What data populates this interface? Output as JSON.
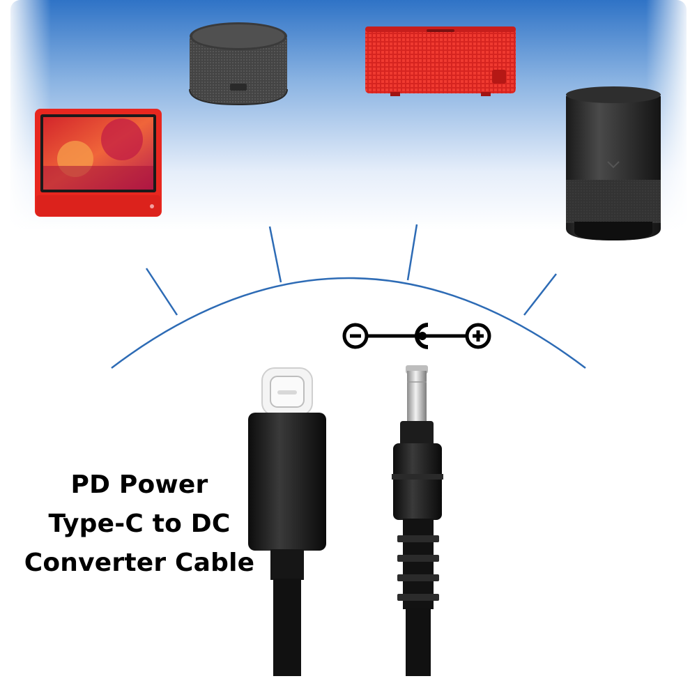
{
  "caption": {
    "line1": "PD Power",
    "line2": "Type-C to DC",
    "line3": "Converter Cable"
  },
  "devices": [
    {
      "icon": "smart-display-icon",
      "color": "#e8271f"
    },
    {
      "icon": "round-speaker-icon",
      "color": "#4a4a4a"
    },
    {
      "icon": "rectangular-speaker-icon",
      "color": "#e12823"
    },
    {
      "icon": "cylinder-speaker-icon",
      "color": "#262626"
    }
  ],
  "polarity_icon": "dc-polarity-center-positive-icon",
  "colors": {
    "sky_top": "#2f73c6",
    "arc": "#2d6bb5",
    "cable": "#111111"
  }
}
